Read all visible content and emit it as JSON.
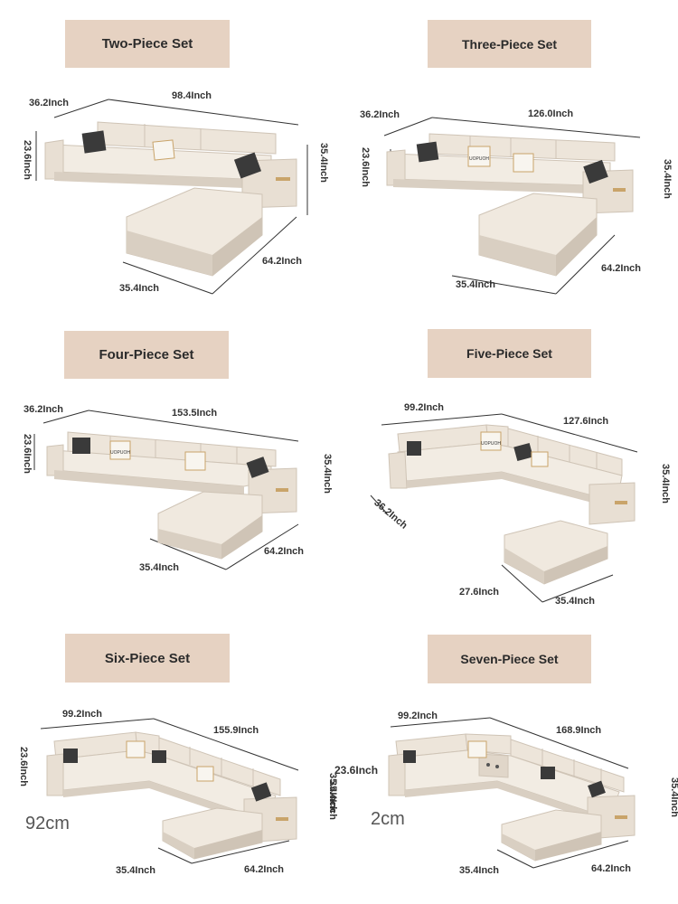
{
  "sets": [
    {
      "title": "Two-Piece Set",
      "depth": "36.2Inch",
      "width": "98.4Inch",
      "seat_height": "23.6Inch",
      "back_height": "35.4Inch",
      "chaise_width": "35.4Inch",
      "chaise_length": "64.2Inch"
    },
    {
      "title": "Three-Piece Set",
      "depth": "36.2Inch",
      "width": "126.0Inch",
      "seat_height": "23.6Inch",
      "back_height": "35.4Inch",
      "chaise_width": "35.4Inch",
      "chaise_length": "64.2Inch",
      "pillow_text": "UOPUOH"
    },
    {
      "title": "Four-Piece Set",
      "depth": "36.2Inch",
      "width": "153.5Inch",
      "seat_height": "23.6Inch",
      "back_height": "35.4Inch",
      "chaise_width": "35.4Inch",
      "chaise_length": "64.2Inch",
      "pillow_text": "UOPUOH"
    },
    {
      "title": "Five-Piece Set",
      "left_width": "99.2Inch",
      "right_width": "127.6Inch",
      "depth": "36.2Inch",
      "back_height": "35.4Inch",
      "ottoman_depth": "27.6Inch",
      "ottoman_width": "35.4Inch",
      "pillow_text": "UOPUOH"
    },
    {
      "title": "Six-Piece Set",
      "left_width": "99.2Inch",
      "right_width": "155.9Inch",
      "seat_height": "23.6Inch",
      "back_height": "35.4Inch",
      "chaise_width": "35.4Inch",
      "chaise_length": "64.2Inch",
      "watermark": "92cm"
    },
    {
      "title": "Seven-Piece Set",
      "left_width": "99.2Inch",
      "right_width": "168.9Inch",
      "seat_height": "23.6Inch",
      "back_height": "35.4Inch",
      "side_height": "35.4Inch",
      "chaise_width": "35.4Inch",
      "chaise_length": "64.2Inch",
      "watermark": "2cm"
    }
  ],
  "colors": {
    "banner": "#e6d2c2",
    "sofa": "#ede5da",
    "sofa_shadow": "#d9cfc2",
    "accent": "#c9a46a"
  }
}
